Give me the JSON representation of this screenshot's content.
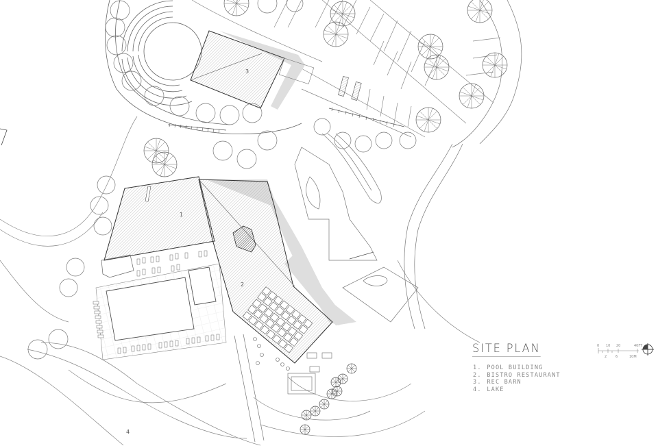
{
  "title": "SITE PLAN",
  "legend": [
    {
      "num": "1.",
      "label": "POOL BUILDING"
    },
    {
      "num": "2.",
      "label": "BISTRO RESTAURANT"
    },
    {
      "num": "3.",
      "label": "REC BARN"
    },
    {
      "num": "4.",
      "label": "LAKE"
    }
  ],
  "plan_labels": {
    "pool_building": "1",
    "bistro_restaurant": "2",
    "rec_barn": "3",
    "lake": "4"
  },
  "scale_bar": {
    "top_ticks": [
      "0",
      "10",
      "20",
      "40FT"
    ],
    "bottom_ticks": [
      "2",
      "6",
      "10M"
    ]
  },
  "icons": {
    "north_arrow": "north-arrow-icon"
  },
  "colors": {
    "line": "#555555",
    "hatch": "#9a9a9a",
    "shadow": "#dcdcdc",
    "text": "#8a8a8a"
  }
}
